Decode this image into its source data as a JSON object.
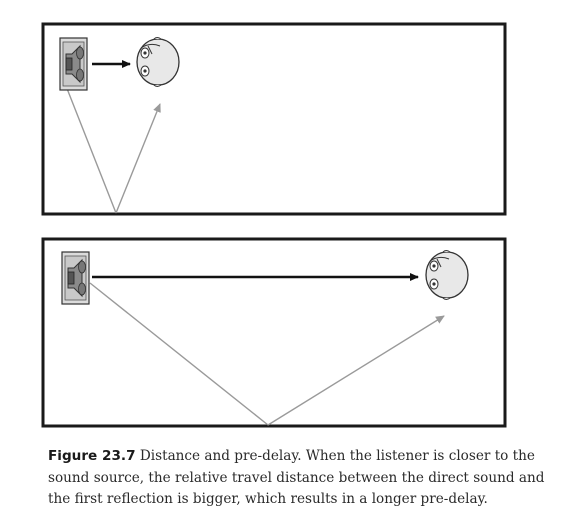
{
  "figure": {
    "panels": [
      {
        "name": "near-listener",
        "description_visible": false
      },
      {
        "name": "far-listener",
        "description_visible": false
      }
    ]
  },
  "caption": {
    "label": "Figure 23.7",
    "text": " Distance and pre-delay. When the listener is closer to the sound source, the relative travel distance between the direct sound and the first reflection is bigger, which results in a longer pre-delay."
  },
  "colors": {
    "border": "#1a1a1a",
    "direct_sound": "#111111",
    "reflection": "#9a9a9a",
    "speaker_fill": "#d9d9d9",
    "head_fill": "#e6e6e6"
  },
  "icons": [
    "speaker-icon",
    "listener-head-icon"
  ]
}
